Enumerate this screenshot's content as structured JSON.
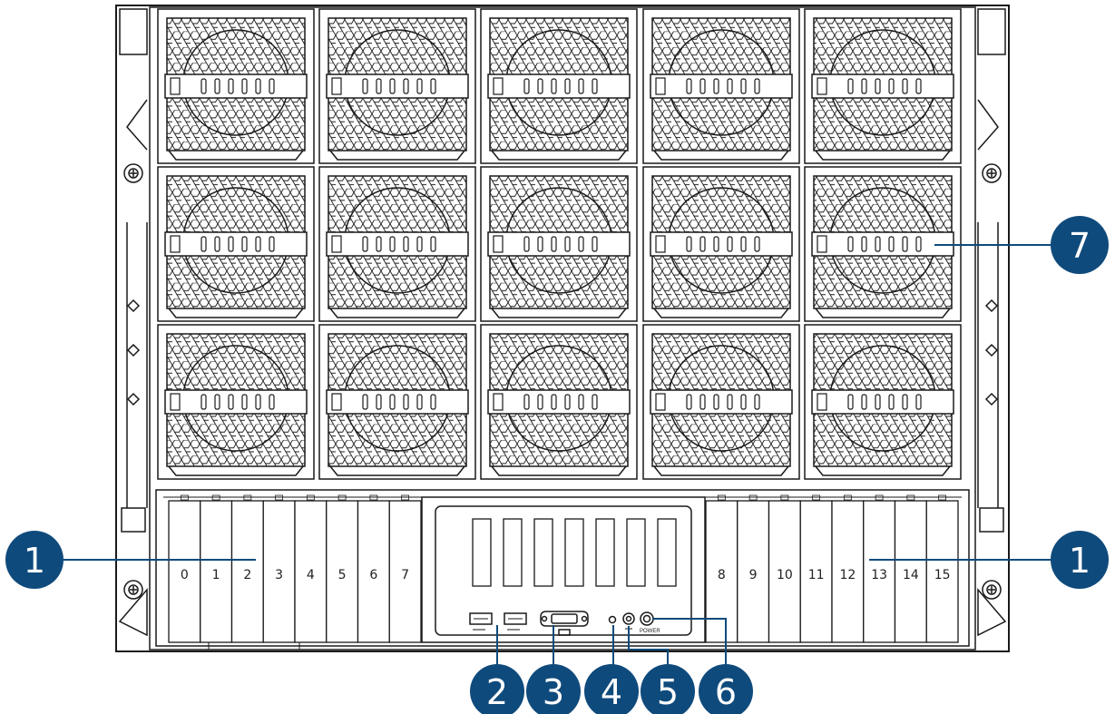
{
  "colors": {
    "line": "#1a1a1a",
    "callout_fill": "#0f4a7c",
    "callout_line": "#0f4a7c",
    "callout_text": "#ffffff"
  },
  "fans": {
    "rows": 3,
    "cols": 5
  },
  "drive_bays": {
    "left": [
      "0",
      "1",
      "2",
      "3",
      "4",
      "5",
      "6",
      "7"
    ],
    "right": [
      "8",
      "9",
      "10",
      "11",
      "12",
      "13",
      "14",
      "15"
    ]
  },
  "front_panel": {
    "expansion_slots": 7,
    "power_label": "POWER"
  },
  "callouts": [
    "1",
    "1",
    "2",
    "3",
    "4",
    "5",
    "6",
    "7"
  ]
}
